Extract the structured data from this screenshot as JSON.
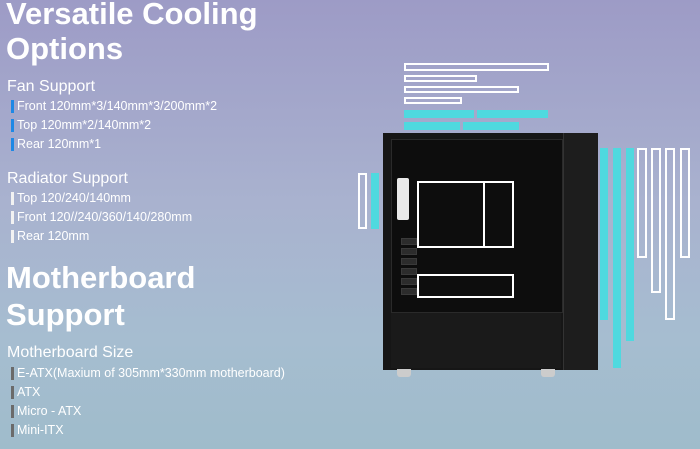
{
  "cooling": {
    "title_line1": "Versatile Cooling",
    "title_line2": "Options",
    "fan_support": {
      "heading": "Fan Support",
      "items": [
        "Front 120mm*3/140mm*3/200mm*2",
        "Top 120mm*2/140mm*2",
        "Rear 120mm*1"
      ]
    },
    "radiator_support": {
      "heading": "Radiator Support",
      "items": [
        "Top 120/240/140mm",
        "Front 120//240/360/140/280mm",
        "Rear 120mm"
      ]
    }
  },
  "motherboard": {
    "title_line1": "Motherboard",
    "title_line2": "Support",
    "size": {
      "heading": "Motherboard Size",
      "items": [
        "E-ATX(Maxium of 305mm*330mm motherboard)",
        "ATX",
        "Micro - ATX",
        "Mini-ITX"
      ]
    }
  },
  "colors": {
    "fan_bar": "#1e88e5",
    "radiator_bar": "#f2f2f2",
    "motherboard_bar": "#6a6a6a",
    "accent_cyan": "#4fd9df"
  }
}
